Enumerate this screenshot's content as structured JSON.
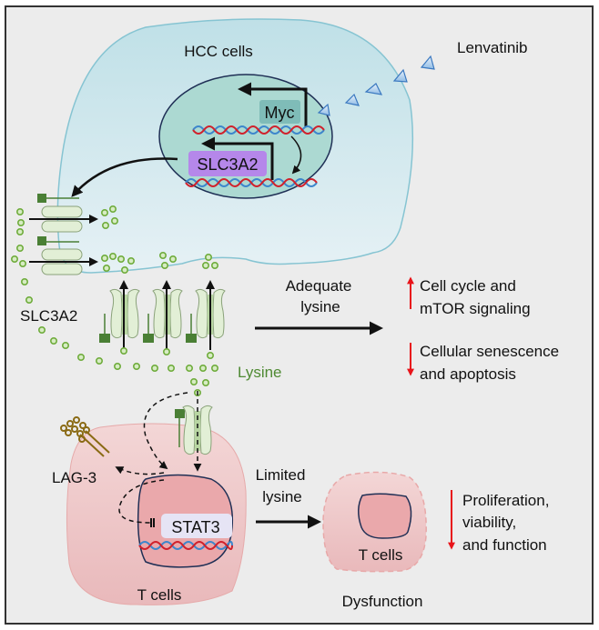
{
  "figure": {
    "type": "graphical abstract",
    "colors": {
      "background": "#ececec",
      "frame": "#333333",
      "hcc_cell_fill": "#c4e2e8",
      "hcc_cell_border": "#86c4d2",
      "nucleus_fill": "#acd9d2",
      "nucleus_border": "#1f2f55",
      "myc_box": "#7fbcb8",
      "slc3a2_box": "#b587ea",
      "stat3_box": "#e6e4f5",
      "tcell_fill": "#eec3c3",
      "tcell_nucleus": "#eaa8ab",
      "lysine_dot": "#7db84a",
      "lysine_text": "#4f8a33",
      "transporter": "#e2efd6",
      "transporter_anchor": "#4a7f35",
      "lenvatinib_triangle": "#6aa2d8",
      "dna_red": "#d0202b",
      "dna_blue": "#3c86cc",
      "lag3": "#8a6a14",
      "regulation_arrow": "#e8141a"
    }
  },
  "hcc_cell": {
    "label": "HCC cells",
    "genes": {
      "myc": "Myc",
      "slc3a2": "SLC3A2"
    },
    "transporter_label": "SLC3A2"
  },
  "drug": {
    "label": "Lenvatinib",
    "icon": "triangle-icon"
  },
  "lysine": {
    "label": "Lysine"
  },
  "adequate": {
    "line1": "Adequate",
    "line2": "lysine",
    "effects": [
      {
        "direction": "up",
        "icon": "up-arrow-icon",
        "line1": "Cell cycle and",
        "line2": "mTOR signaling"
      },
      {
        "direction": "down",
        "icon": "down-arrow-icon",
        "line1": "Cellular senescence",
        "line2": "and apoptosis"
      }
    ]
  },
  "t_cell": {
    "label": "T cells",
    "lag3_label": "LAG-3",
    "gene": "STAT3"
  },
  "limited": {
    "line1": "Limited",
    "line2": "lysine"
  },
  "dysfunctional_t_cell": {
    "label": "T cells",
    "state_label": "Dysfunction",
    "effect": {
      "direction": "down",
      "icon": "down-arrow-icon",
      "line1": "Proliferation,",
      "line2": "viability,",
      "line3": "and function"
    }
  }
}
